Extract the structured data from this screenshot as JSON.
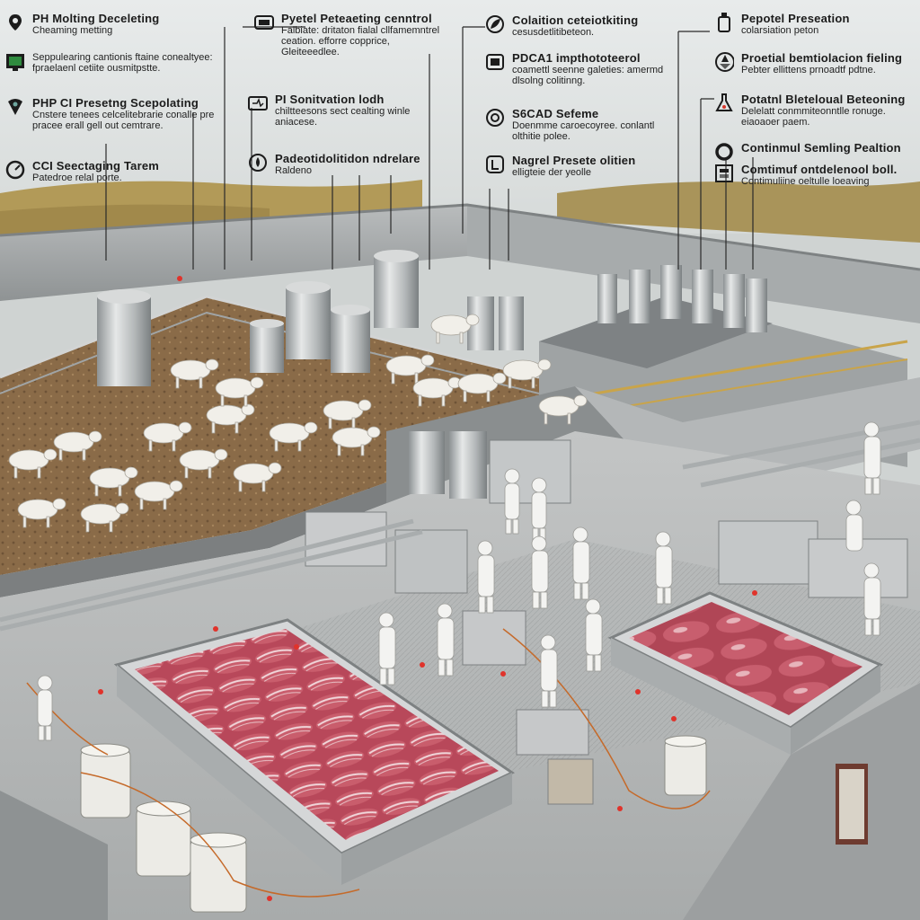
{
  "annotations": [
    {
      "id": "a1",
      "icon": "pin-icon",
      "title": "PH Molting Deceleting",
      "subtitle": "Cheaming metting"
    },
    {
      "id": "a2",
      "icon": "monitor-icon",
      "title": "",
      "subtitle": "Seppulearing cantionis ftaine conealtyee: fpraelaenl cetiite ousmitpstte."
    },
    {
      "id": "a3",
      "icon": "drop-icon",
      "title": "PHP CI Presetng Scepolating",
      "subtitle": "Cnstere tenees celcelitebrarie conalle pre pracee erall gell out cemtrare."
    },
    {
      "id": "a4",
      "icon": "gauge-icon",
      "title": "CCI Seectaging Tarem",
      "subtitle": "Patedroe relal porte."
    },
    {
      "id": "a5",
      "icon": "tablet-icon",
      "title": "Pyetel Peteaeting cenntrol",
      "subtitle": "Falbiate: dritaton fialal cllfamemntrel ceation. efforre copprice, Gleiteeedlee."
    },
    {
      "id": "a6",
      "icon": "screen-icon",
      "title": "PI Sonitvation lodh",
      "subtitle": "chiltteesons sect cealting winle aniacese."
    },
    {
      "id": "a7",
      "icon": "ph-drop-icon",
      "title": "Padeotidolitidon ndrelare",
      "subtitle": "Raldeno"
    },
    {
      "id": "a8",
      "icon": "leaf-icon",
      "title": "Colaition ceteiotkiting",
      "subtitle": "cesusdetlitibeteon."
    },
    {
      "id": "a9",
      "icon": "scanner-icon",
      "title": "PDCA1 impthototeerol",
      "subtitle": "coamettl seenne galeties: amermd dlsolng colitinng."
    },
    {
      "id": "a10",
      "icon": "target-icon",
      "title": "S6CAD Sefeme",
      "subtitle": "Doenmme caroecoyree. conlantl olthitie polee."
    },
    {
      "id": "a11",
      "icon": "valve-icon",
      "title": "Nagrel Presete olitien",
      "subtitle": "elligteie der yeolle"
    },
    {
      "id": "a12",
      "icon": "bottle-icon",
      "title": "Pepotel Preseation",
      "subtitle": "colarsiation peton"
    },
    {
      "id": "a13",
      "icon": "recycle-icon",
      "title": "Proetial bemtiolacion fieling",
      "subtitle": "Pebter ellittens prnoadtf pdtne."
    },
    {
      "id": "a14",
      "icon": "flask-icon",
      "title": "Potatnl Bleteloual Beteoning",
      "subtitle": "Delelatt conmmiteonntlle ronuge. eiaoaoer paem."
    },
    {
      "id": "a15",
      "icon": "ring-icon",
      "title": "Continmul Semling Pealtion",
      "subtitle": ""
    },
    {
      "id": "a16",
      "icon": "panel-icon",
      "title": "Comtimuf ontdelenool boll.",
      "subtitle": "Contimuliine oeltulle loeaving"
    }
  ]
}
